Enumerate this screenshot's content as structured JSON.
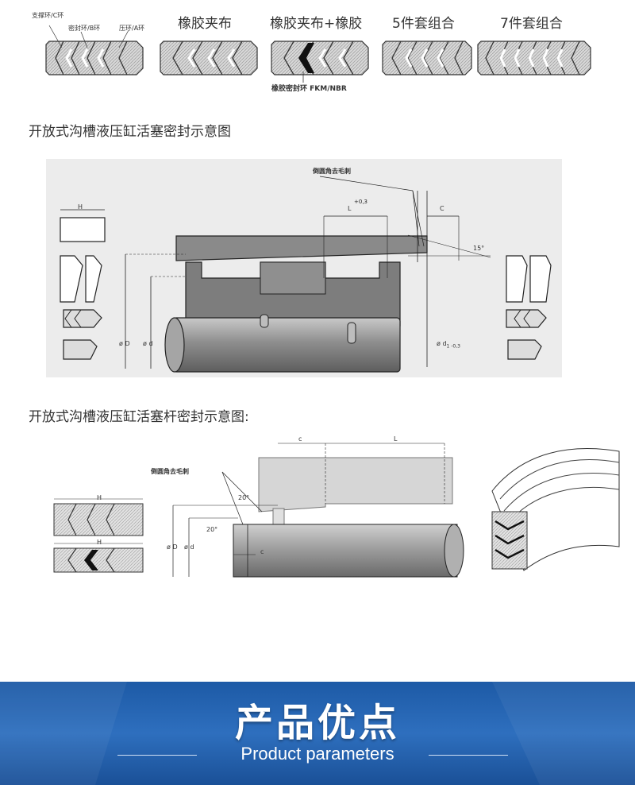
{
  "top_row": {
    "labels": {
      "support_ring": "支撑环/C环",
      "seal_ring": "密封环/B环",
      "press_ring": "压环/A环",
      "rubber_fabric": "橡胶夹布",
      "rubber_fabric_rubber": "橡胶夹布+橡胶",
      "five_set": "5件套组合",
      "seven_set": "7件套组合",
      "rubber_seal_ring": "橡胶密封环 FKM/NBR"
    }
  },
  "section1": {
    "heading": "开放式沟槽液压缸活塞密封示意图",
    "labels": {
      "chamfer": "倒圆角去毛刺",
      "H": "H",
      "L": "L",
      "L_tol": "+0,3",
      "C": "C",
      "angle": "15°",
      "D": "ø D",
      "d": "ø d",
      "d1": "ø d",
      "d1_sub": "1 -0,3"
    }
  },
  "section2": {
    "heading": "开放式沟槽液压缸活塞杆密封示意图:",
    "labels": {
      "chamfer": "倒圆角去毛刺",
      "H1": "H",
      "H2": "H",
      "c_top": "c",
      "L": "L",
      "angle_top": "20°",
      "angle_bottom": "20°",
      "D": "ø D",
      "d": "ø d",
      "c_bottom": "c"
    }
  },
  "banner": {
    "title": "产品优点",
    "subtitle": "Product parameters",
    "colors": {
      "primary": "#2e6fbe",
      "dark": "#1a5097"
    }
  }
}
